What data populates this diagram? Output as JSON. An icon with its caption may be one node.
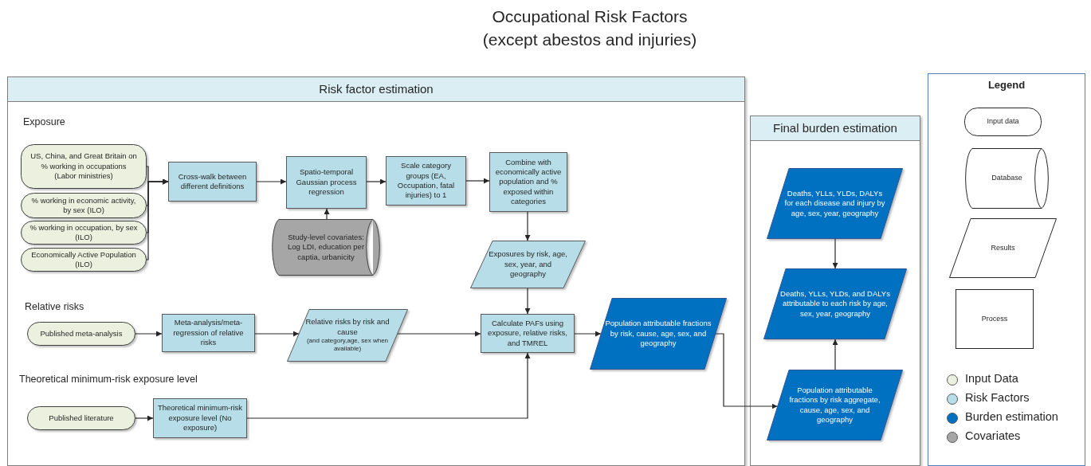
{
  "diagram": {
    "title": "Occupational Risk Factors (except abestos and injuries)",
    "nodes": [
      {
        "text": [
          "Risk factor estimation"
        ]
      },
      {
        "text": [
          "Final burden estimation"
        ]
      },
      {
        "text": [
          "Legend"
        ]
      },
      {
        "text": [
          "US, China, and Great Britain on % working in occupations (Labor ministries)"
        ],
        "in": 0
      },
      {
        "text": [
          "% working in economic activity, by sex (ILO)"
        ],
        "in": 0
      },
      {
        "text": [
          "% working in occupation, by sex (ILO)"
        ],
        "in": 0
      },
      {
        "text": [
          "Economically Active Population (ILO)"
        ],
        "in": 0
      },
      {
        "text": [
          "Cross-walk between different definitions"
        ],
        "in": 0
      },
      {
        "text": [
          "Spatio-temporal Gaussian process regression"
        ],
        "in": 0
      },
      {
        "text": [
          "Study-level covariates: Log LDI, education per captia, urbanicity"
        ],
        "in": 0
      },
      {
        "text": [
          "Scale category groups (EA, Occupation, fatal injuries) to 1"
        ],
        "in": 0
      },
      {
        "text": [
          "Combine with economically active population and % exposed within categories"
        ],
        "in": 0
      },
      {
        "text": [
          "Exposures by risk, age, sex, year, and geography"
        ],
        "in": 0
      },
      {
        "text": [
          "Published meta-analysis"
        ],
        "in": 0
      },
      {
        "text": [
          "Meta-analysis/meta-regression of relative risks"
        ],
        "in": 0
      },
      {
        "text": [
          "Relative risks by risk and cause",
          "(and category,age, sex when available)"
        ],
        "in": 0
      },
      {
        "text": [
          "Calculate PAFs using exposure, relative risks, and TMREL"
        ],
        "in": 0
      },
      {
        "text": [
          "Population attributable fractions by risk, cause, age, sex, and geography"
        ],
        "in": 0
      },
      {
        "text": [
          "Published literature"
        ],
        "in": 0
      },
      {
        "text": [
          "Theoretical minimum-risk exposure level (No exposure)"
        ],
        "in": 0
      },
      {
        "text": [
          "Deaths, YLLs, YLDs, DALYs for each disease and injury by age, sex, year, geography"
        ],
        "in": 1
      },
      {
        "text": [
          "Deaths, YLLs, YLDs, and DALYs attributable to each risk by age, sex, year, geography"
        ],
        "in": 1
      },
      {
        "text": [
          "Population attributable fractions by risk aggregate, cause, age, sex, and geography"
        ],
        "in": 1
      },
      {
        "text": [
          "Input data"
        ],
        "in": 2
      },
      {
        "text": [
          "Database"
        ],
        "in": 2
      },
      {
        "text": [
          "Results"
        ],
        "in": 2
      },
      {
        "text": [
          "Process"
        ],
        "in": 2
      }
    ],
    "edges": [
      {
        "from": 3,
        "to": 7,
        "arrow": "to"
      },
      {
        "from": 4,
        "to": 7,
        "arrow": "to"
      },
      {
        "from": 5,
        "to": 7,
        "arrow": "to"
      },
      {
        "from": 6,
        "to": 7,
        "arrow": "to"
      },
      {
        "from": 7,
        "to": 8,
        "arrow": "to"
      },
      {
        "from": 9,
        "to": 8,
        "arrow": "to"
      },
      {
        "from": 8,
        "to": 10,
        "arrow": "to"
      },
      {
        "from": 10,
        "to": 11,
        "arrow": "to"
      },
      {
        "from": 11,
        "to": 12,
        "arrow": "to"
      },
      {
        "from": 12,
        "to": 16,
        "arrow": "to"
      },
      {
        "from": 13,
        "to": 14,
        "arrow": "to"
      },
      {
        "from": 14,
        "to": 15,
        "arrow": "to"
      },
      {
        "from": 15,
        "to": 16,
        "arrow": "to"
      },
      {
        "from": 18,
        "to": 19,
        "arrow": "to"
      },
      {
        "from": 19,
        "to": 16,
        "arrow": "to"
      },
      {
        "from": 16,
        "to": 17,
        "arrow": "to"
      },
      {
        "from": 17,
        "to": 22,
        "arrow": "to"
      },
      {
        "from": 22,
        "to": 21,
        "arrow": "to"
      },
      {
        "from": 20,
        "to": 21,
        "arrow": "to"
      }
    ],
    "labels": [
      "Exposure",
      "Relative risks",
      "Theoretical minimum-risk exposure level"
    ],
    "legend": [
      {
        "text": "Input Data",
        "color": "#ebf1de"
      },
      {
        "text": "Risk Factors",
        "color": "#b7dee8"
      },
      {
        "text": "Burden estimation",
        "color": "#0070c0"
      },
      {
        "text": "Covariates",
        "color": "#a6a6a6"
      }
    ]
  }
}
